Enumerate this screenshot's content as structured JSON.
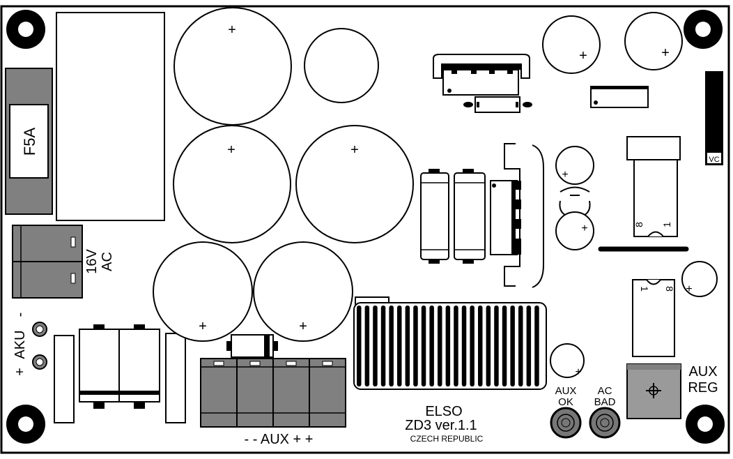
{
  "board": {
    "fuse_label": "F5A",
    "input_label_line1": "16V",
    "input_label_line2": "AC",
    "akku_label": "AKU",
    "akku_plus": "+",
    "akku_minus": "-",
    "aux_output_label": "- - AUX + +",
    "brand": "ELSO",
    "model": "ZD3 ver.1.1",
    "origin": "CZECH REPUBLIC",
    "aux_ok_line1": "AUX",
    "aux_ok_line2": "OK",
    "ac_bad_line1": "AC",
    "ac_bad_line2": "BAD",
    "aux_reg_line1": "AUX",
    "aux_reg_line2": "REG",
    "vc_label": "VC",
    "plus_sign": "+",
    "ic_pin_1": "1",
    "ic_pin_8": "8"
  },
  "colors": {
    "outline": "#000000",
    "board": "#ffffff",
    "component_gray": "#808080",
    "pot_gray": "#9a9a9a"
  }
}
